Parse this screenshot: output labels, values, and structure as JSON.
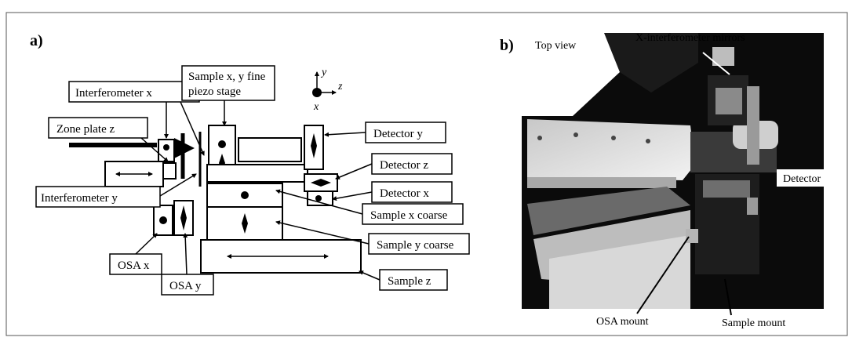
{
  "panel_a": {
    "letter": "a)",
    "axes": {
      "x": "x",
      "y": "y",
      "z": "z"
    },
    "labels": {
      "zone_plate_z": "Zone plate z",
      "interferometer_x": "Interferometer x",
      "interferometer_y": "Interferometer y",
      "sample_xy_fine_line1": "Sample x, y fine",
      "sample_xy_fine_line2": "piezo stage",
      "detector_y": "Detector y",
      "detector_z": "Detector z",
      "detector_x": "Detector x",
      "sample_x_coarse": "Sample x coarse",
      "sample_y_coarse": "Sample y coarse",
      "sample_z": "Sample z",
      "osa_x": "OSA x",
      "osa_y": "OSA y"
    }
  },
  "panel_b": {
    "letter": "b)",
    "labels": {
      "top_view": "Top view",
      "x_interferometer_mirrors": "X-interferometer mirrors",
      "detector": "Detector",
      "osa_mount": "OSA mount",
      "sample_mount": "Sample mount"
    }
  },
  "colors": {
    "line": "#000000",
    "photo_dark": "#0b0b0b",
    "photo_light": "#d9d9d9"
  }
}
